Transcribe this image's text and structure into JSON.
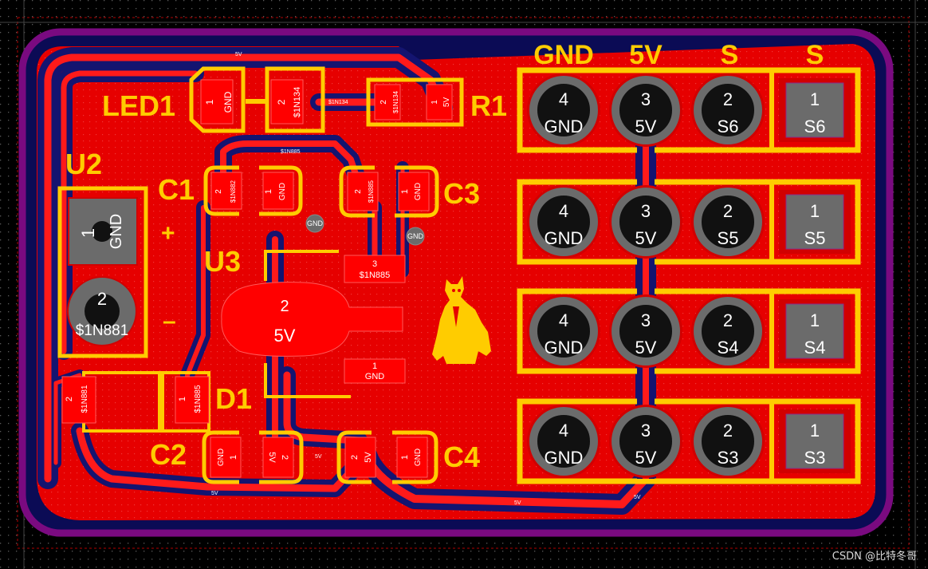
{
  "board": {
    "colors": {
      "background": "#000000",
      "outline": "#7a0a80",
      "copper": "#e60000",
      "copper_dark": "#1a1a7a",
      "silk": "#ffcc00",
      "pad_gray": "#6b6b6b",
      "drill": "#111111"
    }
  },
  "silkscreen": {
    "header_gnd": "GND",
    "header_5v": "5V",
    "header_s1": "S",
    "header_s2": "S",
    "led": "LED1",
    "r1": "R1",
    "u2": "U2",
    "c1": "C1",
    "c3": "C3",
    "plus": "+",
    "u3": "U3",
    "minus": "–",
    "d1": "D1",
    "c2": "C2",
    "c4": "C4"
  },
  "pads": {
    "led_1": {
      "num": "1",
      "net": "GND"
    },
    "led_2": {
      "num": "2",
      "net": "$1N134"
    },
    "r1_2": {
      "num": "2",
      "net": "$1N134"
    },
    "r1_1": {
      "num": "1",
      "net": "5V"
    },
    "c1_2": {
      "num": "2",
      "net": "$1N882"
    },
    "c1_1": {
      "num": "1",
      "net": "GND"
    },
    "c3_2": {
      "num": "2",
      "net": "$1N885"
    },
    "c3_1": {
      "num": "1",
      "net": "GND"
    },
    "u2_1": {
      "num": "1",
      "net": "GND"
    },
    "u2_2": {
      "num": "2",
      "net": "$1N881"
    },
    "u3_3": {
      "num": "3",
      "net": "$1N885"
    },
    "u3_2": {
      "num": "2",
      "net": "5V"
    },
    "u3_1": {
      "num": "1",
      "net": "GND"
    },
    "d1_2": {
      "num": "2",
      "net": "$1N881"
    },
    "d1_1": {
      "num": "1",
      "net": "$1N885"
    },
    "c2_1": {
      "num": "1",
      "net": "GND"
    },
    "c2_2": {
      "num": "2",
      "net": "5V"
    },
    "c4_2": {
      "num": "2",
      "net": "5V"
    },
    "c4_1": {
      "num": "1",
      "net": "GND"
    },
    "via1": "GND",
    "via2": "GND"
  },
  "headers": [
    {
      "pins": [
        {
          "num": "4",
          "net": "GND"
        },
        {
          "num": "3",
          "net": "5V"
        },
        {
          "num": "2",
          "net": "S6"
        },
        {
          "num": "1",
          "net": "S6"
        }
      ]
    },
    {
      "pins": [
        {
          "num": "4",
          "net": "GND"
        },
        {
          "num": "3",
          "net": "5V"
        },
        {
          "num": "2",
          "net": "S5"
        },
        {
          "num": "1",
          "net": "S5"
        }
      ]
    },
    {
      "pins": [
        {
          "num": "4",
          "net": "GND"
        },
        {
          "num": "3",
          "net": "5V"
        },
        {
          "num": "2",
          "net": "S4"
        },
        {
          "num": "1",
          "net": "S4"
        }
      ]
    },
    {
      "pins": [
        {
          "num": "4",
          "net": "GND"
        },
        {
          "num": "3",
          "net": "5V"
        },
        {
          "num": "2",
          "net": "S3"
        },
        {
          "num": "1",
          "net": "S3"
        }
      ]
    }
  ],
  "traces": {
    "t_5v_a": "5V",
    "t_5v_b": "5V",
    "t_5v_c": "5V",
    "t_5v_d": "5V",
    "t_5v_e": "5V",
    "t_1n134": "$1N134",
    "t_1n885": "$1N885"
  },
  "watermark": "CSDN @比特冬哥"
}
